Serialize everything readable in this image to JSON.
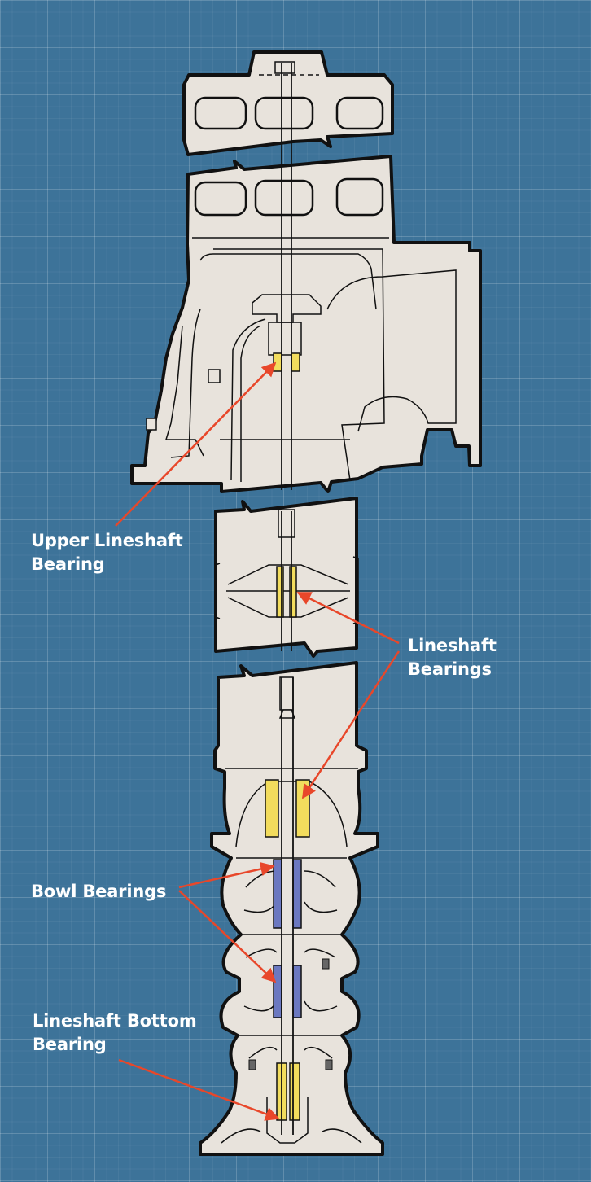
{
  "labels": {
    "upper_lineshaft": [
      "Upper Lineshaft",
      "Bearing"
    ],
    "lineshaft": [
      "Lineshaft",
      "Bearings"
    ],
    "bowl": [
      "Bowl Bearings"
    ],
    "lineshaft_bottom": [
      "Lineshaft Bottom",
      "Bearing"
    ]
  },
  "colors": {
    "background": "#3d7399",
    "body": "#e8e3dc",
    "outline": "#111111",
    "bearing": "#f2dc5d",
    "bowl_bearing": "#6b78c0",
    "leader": "#e8472a"
  }
}
